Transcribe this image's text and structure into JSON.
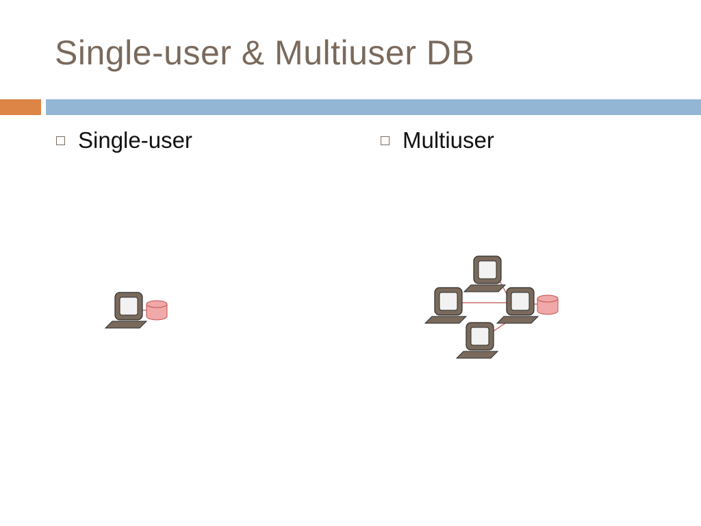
{
  "slide": {
    "title": "Single-user & Multiuser DB"
  },
  "colors": {
    "title": "#7a6a5c",
    "accent_orange": "#dd8447",
    "accent_blue": "#93b6d4",
    "computer_body": "#7a6a5c",
    "computer_screen": "#f2f2f2",
    "database_fill": "#f0a8a8",
    "database_stroke": "#c0504d",
    "link_line": "#c0504d"
  },
  "bullets": [
    {
      "label": "Single-user"
    },
    {
      "label": "Multiuser"
    }
  ],
  "icons": {
    "bullet": "hollow-square-icon",
    "computer": "computer-icon",
    "database": "database-cylinder-icon"
  }
}
